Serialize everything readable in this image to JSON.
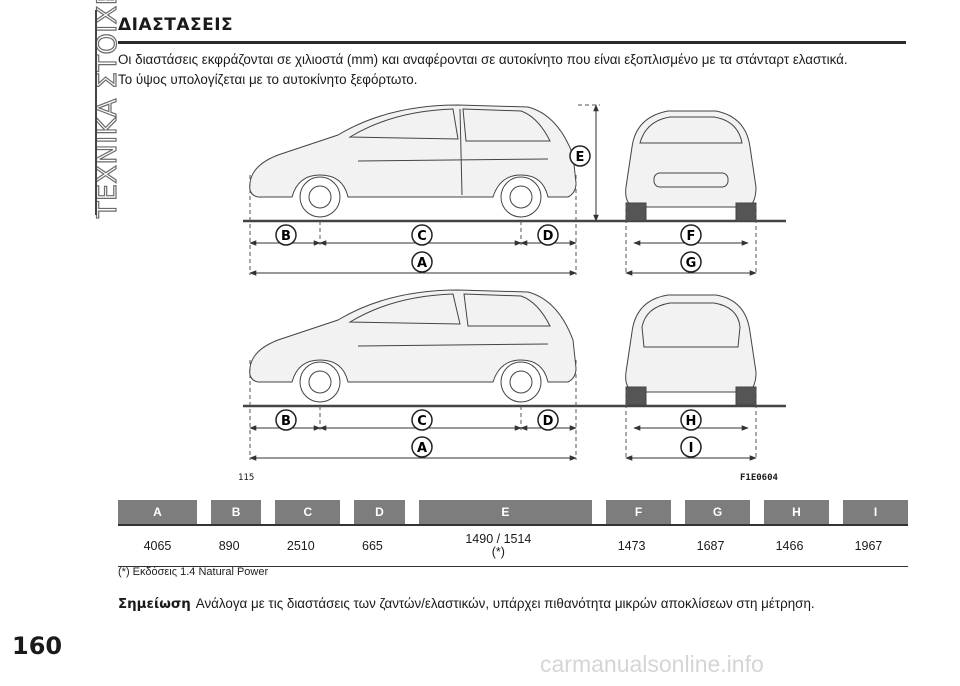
{
  "sidebar": {
    "section_tab": "ΤΕΧΝΙΚΑ ΣΤΟΙΧΕΙΑ"
  },
  "section": {
    "title": "ΔΙΑΣΤΑΣΕΙΣ",
    "intro_line1": "Οι διαστάσεις εκφράζονται σε χιλιοστά (mm) και αναφέρονται σε αυτοκίνητο που είναι εξοπλισμένο με τα στάνταρτ ελαστικά.",
    "intro_line2": "Το ύψος υπολογίζεται με το αυτοκίνητο ξεφόρτωτο."
  },
  "figure": {
    "figure_number": "115",
    "figure_code": "F1E0604",
    "markers": {
      "top_side": [
        "B",
        "C",
        "D",
        "A",
        "E"
      ],
      "top_front": [
        "F",
        "G"
      ],
      "bottom_side": [
        "B",
        "C",
        "D",
        "A"
      ],
      "bottom_rear": [
        "H",
        "I"
      ]
    },
    "colors": {
      "marker": "#ffffff",
      "marker_text": "#1a1a1a",
      "car_fill": "#f2f2f2",
      "car_line": "#444444"
    }
  },
  "table": {
    "headers": [
      "A",
      "B",
      "C",
      "D",
      "E",
      "F",
      "G",
      "H",
      "I"
    ],
    "values": [
      "4065",
      "890",
      "2510",
      "665",
      "1490 / 1514\n(*)",
      "1473",
      "1687",
      "1466",
      "1967"
    ],
    "header_bg": "#7d7d7d"
  },
  "footnote": "(*) Εκδόσεις 1.4 Natural Power",
  "note": {
    "label": "Σημείωση",
    "text": "Ανάλογα με τις διαστάσεις των ζαντών/ελαστικών, υπάρχει πιθανότητα μικρών αποκλίσεων στη μέτρηση."
  },
  "page": {
    "number": "160"
  },
  "watermark": "carmanualsonline.info"
}
